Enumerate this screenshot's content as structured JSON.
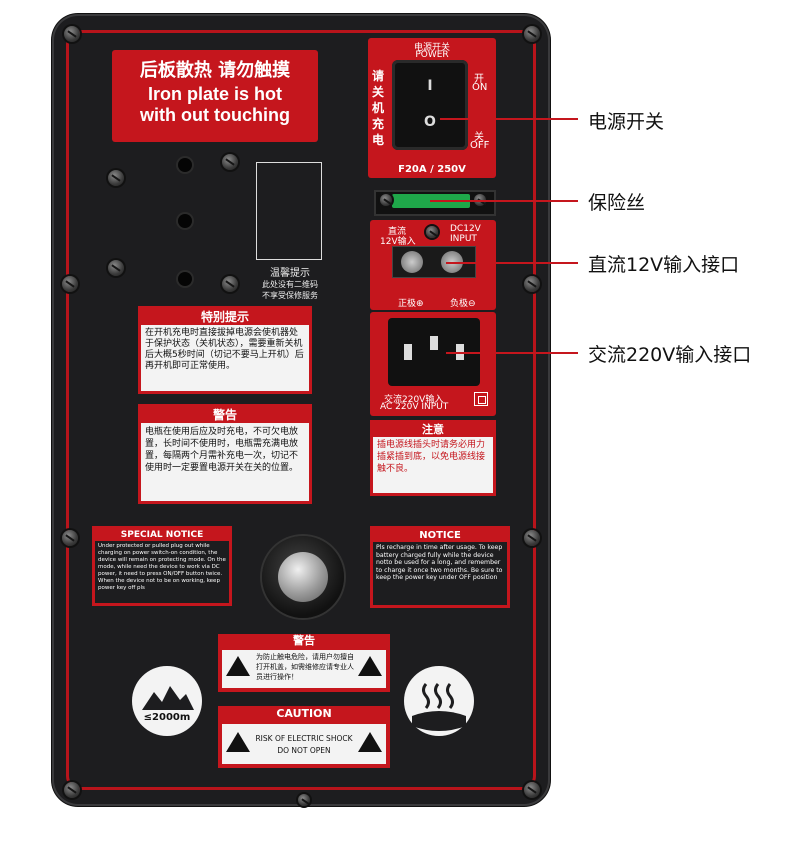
{
  "top_sign": {
    "cn": "后板散热 请勿触摸",
    "en_line1": "Iron plate is hot",
    "en_line2": "with out touching"
  },
  "power_switch": {
    "title_cn": "电源开关",
    "title_en": "POWER",
    "side_text": "请关机充电",
    "on_cn": "开",
    "on_en": "ON",
    "off_cn": "关",
    "off_en": "OFF",
    "on_symbol": "I",
    "off_symbol": "O",
    "rating": "F20A / 250V"
  },
  "dc_input": {
    "label_cn_1": "直流",
    "label_cn_2": "12V输入",
    "label_en_1": "DC12V",
    "label_en_2": "INPUT",
    "positive": "正极⊕",
    "negative": "负极⊖"
  },
  "ac_input": {
    "label_cn": "交流220V输入",
    "label_en": "AC 220V INPUT"
  },
  "warm_tip": {
    "title": "温馨提示",
    "line1": "此处没有二维码",
    "line2": "不享受保修服务"
  },
  "special_tip": {
    "title": "特别提示",
    "body": "在开机充电时直接拔掉电源会使机器处于保护状态（关机状态），需要重新关机后大概5秒时间（切记不要马上开机）后再开机即可正常使用。"
  },
  "warning1": {
    "title": "警告",
    "body": "电瓶在使用后应及时充电，不可欠电放置，长时间不使用时，电瓶需充满电放置，每隔两个月需补充电一次，切记不使用时一定要置电源开关在关的位置。"
  },
  "attention": {
    "title": "注意",
    "body": "插电源线插头时请务必用力插紧插到底，以免电源线接触不良。"
  },
  "special_notice": {
    "title": "SPECIAL NOTICE",
    "body": "Under protected or pulled plug out while charging on power switch-on condition, the device will remain on protecting mode. On the mode, while need the device to work via DC power, it need to press ON/OFF button twice. When the device not to be on working, keep power key off pls"
  },
  "notice": {
    "title": "NOTICE",
    "body": "Pls recharge in time after usage. To keep battery charged fully while the device notto be used for a long, and remember to charge it once two months. Be sure to keep the power key under OFF position"
  },
  "warning2": {
    "title": "警告",
    "body": "为防止触电危险，请用户勿擅自打开机盖，如需维修应请专业人员进行操作！"
  },
  "caution": {
    "title": "CAUTION",
    "line1": "RISK OF ELECTRIC SHOCK",
    "line2": "DO NOT OPEN"
  },
  "altitude": {
    "label": "≤2000m"
  },
  "annotations": {
    "power_switch": "电源开关",
    "fuse": "保险丝",
    "dc": "直流12V输入接口",
    "ac": "交流220V输入接口"
  },
  "colors": {
    "panel": "#1d1d1f",
    "accent_red": "#c5161d",
    "fuse_green": "#1fa84a"
  }
}
